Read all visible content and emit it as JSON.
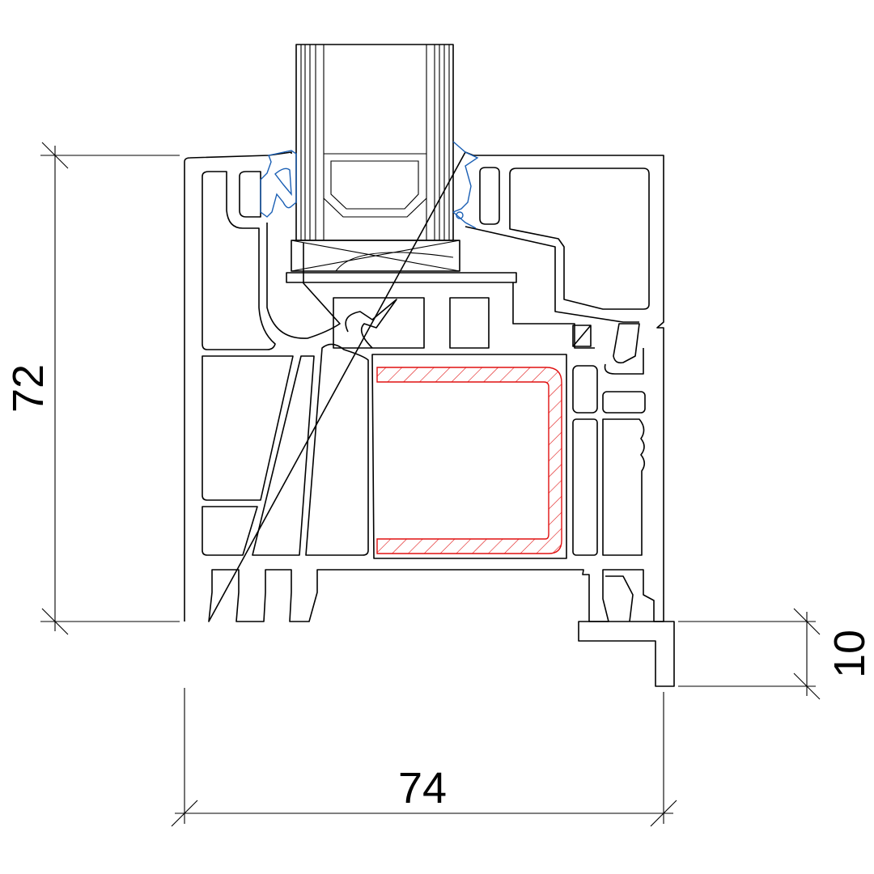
{
  "dimensions": {
    "height": "72",
    "width": "74",
    "sill_height": "10"
  },
  "colors": {
    "outline": "#000000",
    "reinforcement_hatch": "#e01010",
    "gasket": "#1a5fb4"
  }
}
